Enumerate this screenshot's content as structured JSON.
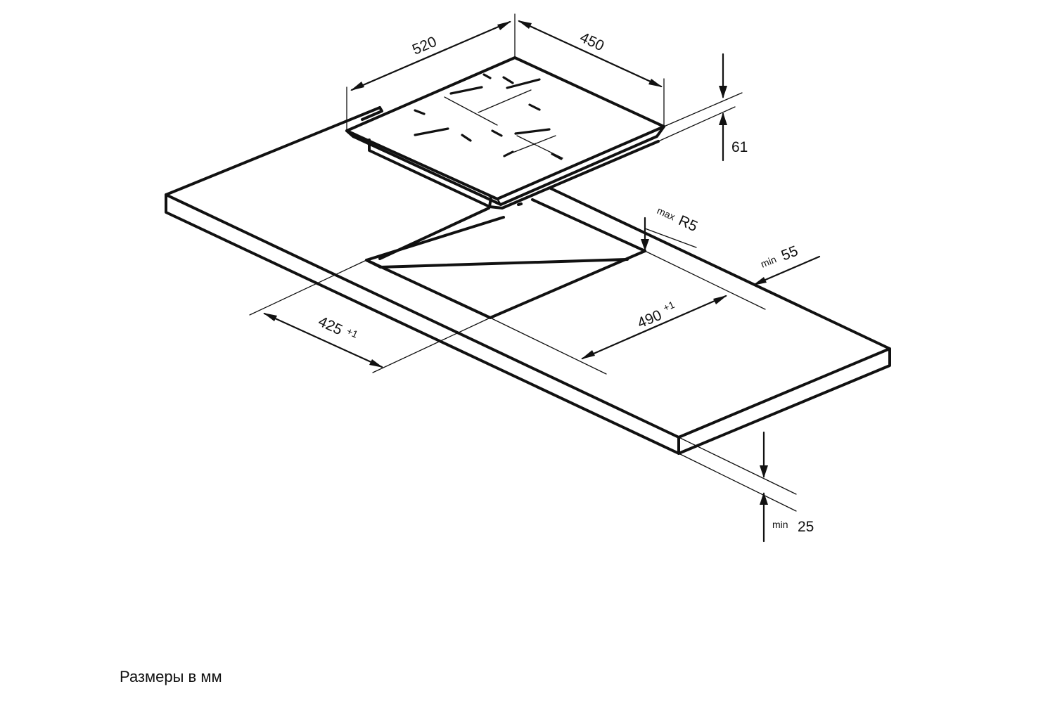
{
  "caption": "Размеры в мм",
  "dimensions": {
    "hob_width": "520",
    "hob_depth": "450",
    "hob_height": "61",
    "cutout_radius_prefix": "max",
    "cutout_radius": "R5",
    "min_front_gap_prefix": "min",
    "min_front_gap": "55",
    "cutout_width": "490",
    "cutout_width_tolerance": "+1",
    "cutout_depth": "425",
    "cutout_depth_tolerance": "+1",
    "min_countertop_thickness_prefix": "min",
    "min_countertop_thickness": "25"
  },
  "colors": {
    "line": "#111111",
    "background": "#ffffff"
  }
}
